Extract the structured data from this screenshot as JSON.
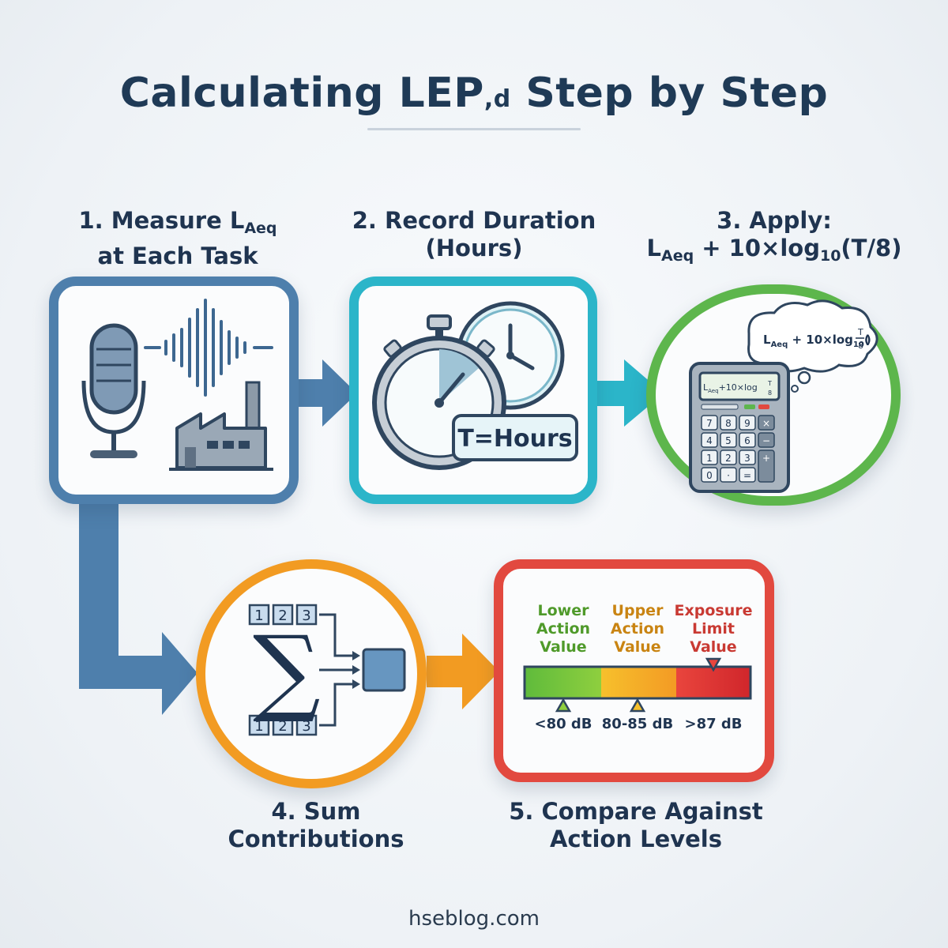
{
  "title": {
    "main": "Calculating LEP",
    "sub": ",d",
    "rest": " Step by Step"
  },
  "steps": {
    "s1": {
      "line1": "1. Measure L",
      "line1_sub": "Aeq",
      "line2": "at Each Task"
    },
    "s2": {
      "line1": "2. Record Duration",
      "line2": "(Hours)"
    },
    "s3": {
      "line1": "3. Apply:",
      "line2_a": "L",
      "line2_sub1": "Aeq",
      "line2_b": " + 10×log",
      "line2_sub2": "10",
      "line2_c": "(T/8)"
    },
    "s4": {
      "line1": "4. Sum",
      "line2": "Contributions"
    },
    "s5": {
      "line1": "5. Compare Against",
      "line2": "Action Levels"
    }
  },
  "stopwatch_label": "T=Hours",
  "thought_formula": {
    "a": "L",
    "sub1": "Aeq",
    "b": " + 10×log",
    "sub2": "10",
    "num": "T",
    "den": "8"
  },
  "calculator": {
    "display": {
      "a": "L",
      "sub": "Aeq",
      "b": "+10×log",
      "num": "T",
      "den": "8"
    },
    "keys": [
      "7",
      "8",
      "9",
      "×",
      "4",
      "5",
      "6",
      "−",
      "1",
      "2",
      "3",
      "+",
      "0",
      "·",
      "="
    ]
  },
  "sum_boxes": [
    "1",
    "2",
    "3"
  ],
  "sum_symbol": "∑",
  "action_levels": [
    {
      "l1": "Lower",
      "l2": "Action",
      "l3": "Value",
      "range": "<80 dB",
      "color": "#4f9a2a"
    },
    {
      "l1": "Upper",
      "l2": "Action",
      "l3": "Value",
      "range": "80-85 dB",
      "color": "#c98412"
    },
    {
      "l1": "Exposure",
      "l2": "Limit",
      "l3": "Value",
      "range": ">87 dB",
      "color": "#c93a33"
    }
  ],
  "footer": "hseblog.com",
  "colors": {
    "step1": "#4e7fac",
    "step2": "#2bb5c9",
    "step3": "#5db64c",
    "step4": "#f29b22",
    "step5": "#e2493f"
  }
}
